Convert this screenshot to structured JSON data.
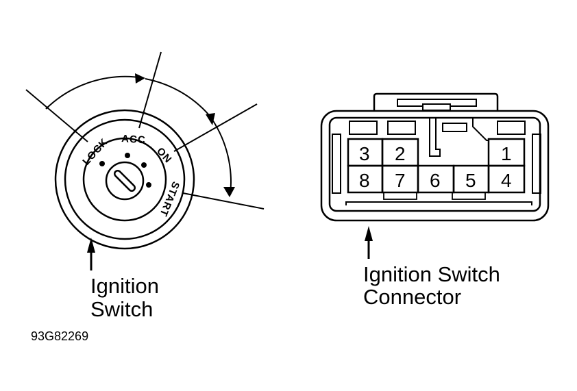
{
  "ignition_switch": {
    "positions": {
      "lock": "LOCK",
      "acc": "ACC",
      "on": "ON",
      "start": "START"
    },
    "label_line1": "Ignition",
    "label_line2": "Switch"
  },
  "connector": {
    "pins": [
      "1",
      "2",
      "3",
      "4",
      "5",
      "6",
      "7",
      "8"
    ],
    "label_line1": "Ignition Switch",
    "label_line2": "Connector"
  },
  "figure_code": "93G82269"
}
